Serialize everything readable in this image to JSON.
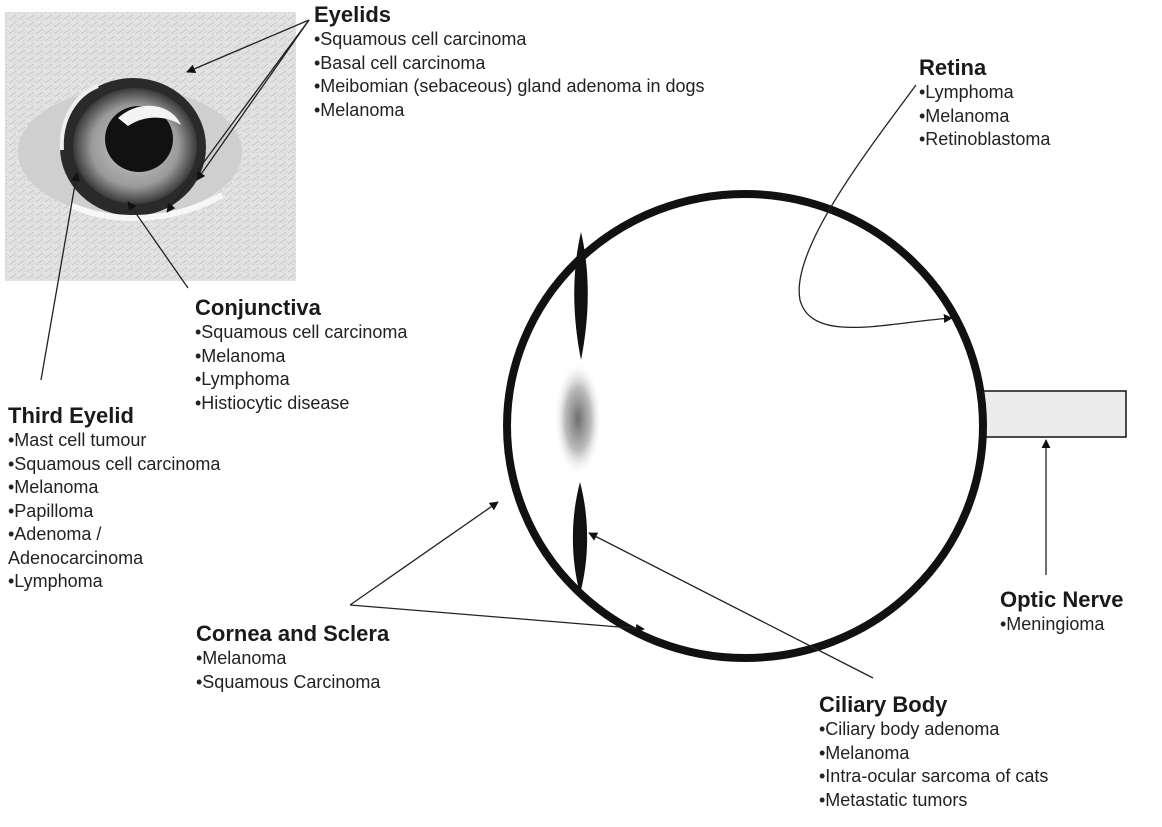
{
  "labels": {
    "eyelids": {
      "title": "Eyelids",
      "items": [
        "•Squamous cell carcinoma",
        "•Basal cell carcinoma",
        "•Meibomian (sebaceous) gland adenoma in dogs",
        "•Melanoma"
      ]
    },
    "retina": {
      "title": "Retina",
      "items": [
        "•Lymphoma",
        "•Melanoma",
        "•Retinoblastoma"
      ]
    },
    "conjunctiva": {
      "title": "Conjunctiva",
      "items": [
        "•Squamous cell carcinoma",
        "•Melanoma",
        "•Lymphoma",
        "•Histiocytic disease"
      ]
    },
    "third_eyelid": {
      "title": "Third Eyelid",
      "items": [
        "•Mast cell tumour",
        "•Squamous cell carcinoma",
        "•Melanoma",
        "•Papilloma",
        "•Adenoma /",
        "Adenocarcinoma",
        "•Lymphoma"
      ]
    },
    "cornea_sclera": {
      "title": "Cornea and Sclera",
      "items": [
        "•Melanoma",
        "•Squamous Carcinoma"
      ]
    },
    "optic_nerve": {
      "title": "Optic Nerve",
      "items": [
        "•Meningioma"
      ]
    },
    "ciliary_body": {
      "title": "Ciliary Body",
      "items": [
        "•Ciliary body adenoma",
        "•Melanoma",
        "•Intra-ocular sarcoma of cats",
        "•Metastatic tumors"
      ]
    }
  },
  "colors": {
    "outline": "#111111",
    "leader": "#222222",
    "optic_nerve_fill": "#ececec",
    "photo_bg": "#e4e4e4"
  }
}
